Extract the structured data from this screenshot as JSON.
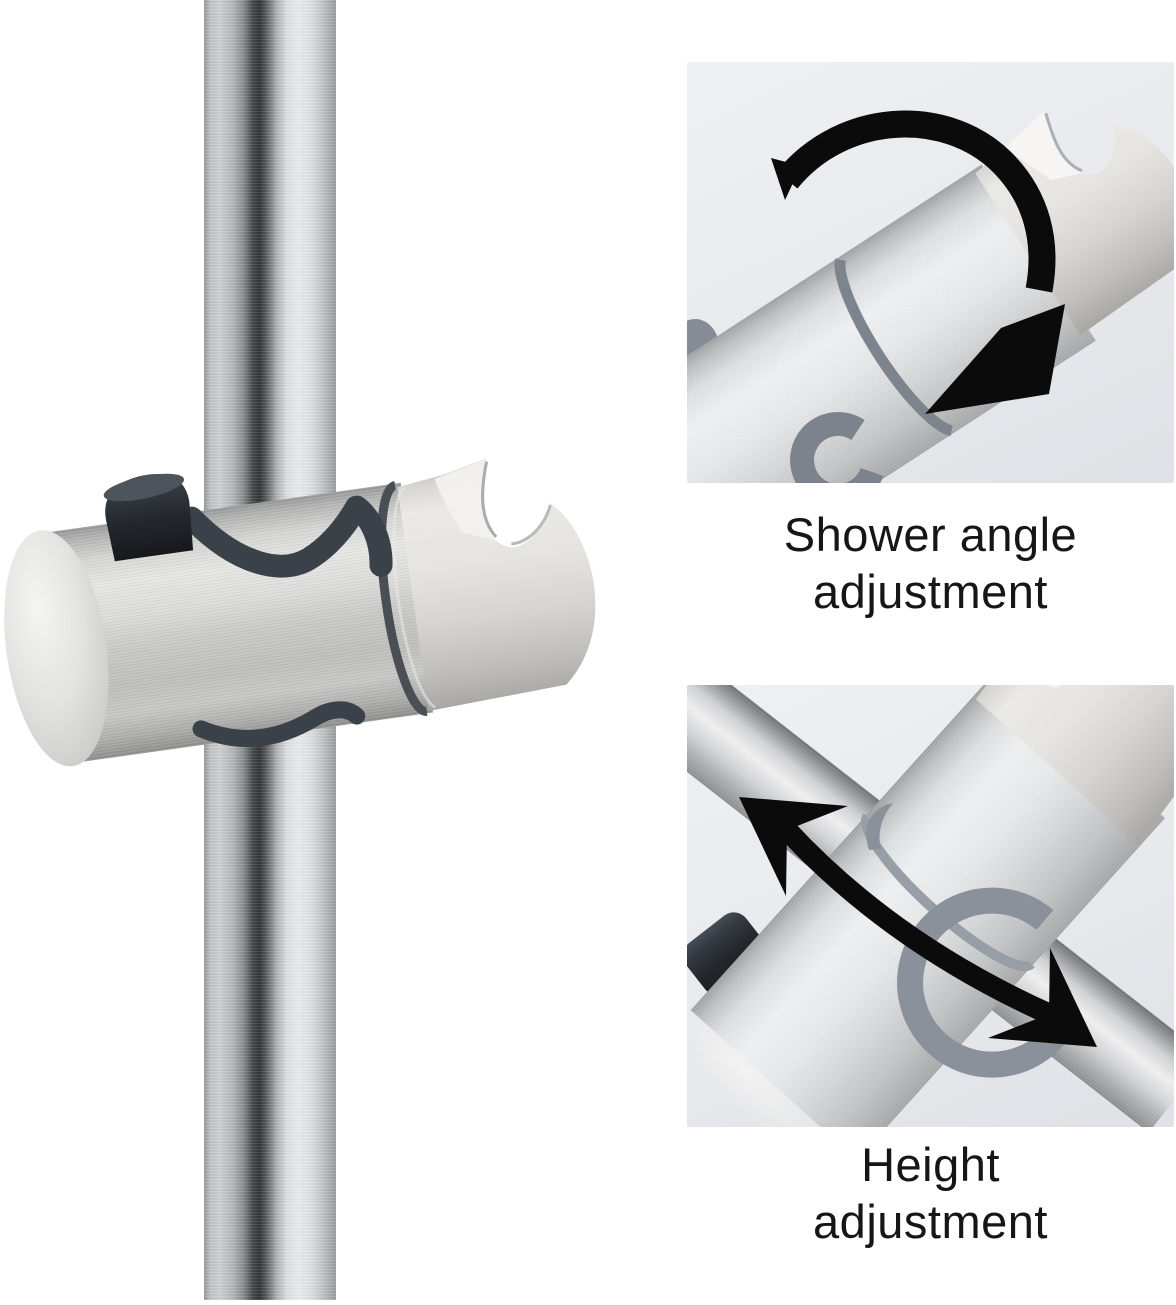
{
  "product_photo": {
    "subject": "Brushed nickel shower slide bar with sliding hand shower holder bracket",
    "parts": {
      "rail": "slide-bar-rail",
      "bracket": "slider-bracket-body",
      "cap": "bracket-end-cap",
      "button": "release-button",
      "clip": "rubber-grip-clip",
      "cradle": "hand-shower-cradle"
    }
  },
  "insets": [
    {
      "id": "shower-angle",
      "icon": "rotation-arrow-icon",
      "caption": {
        "line1": "Shower angle",
        "line2": "adjustment"
      }
    },
    {
      "id": "height",
      "icon": "slide-double-arrow-icon",
      "caption": {
        "line1": "Height",
        "line2": "adjustment"
      }
    }
  ],
  "colors": {
    "page_background": "#ffffff",
    "inset_background": "#e9ebee",
    "caption_text": "#161616",
    "arrow_black": "#0b0b0b",
    "metal_highlight": "#f2f2f3",
    "metal_mid": "#c9cac8",
    "metal_shadow": "#8f9092",
    "rubber_dark": "#3b4149",
    "rubber_light": "#8b919a",
    "button_dark": "#24282d"
  }
}
